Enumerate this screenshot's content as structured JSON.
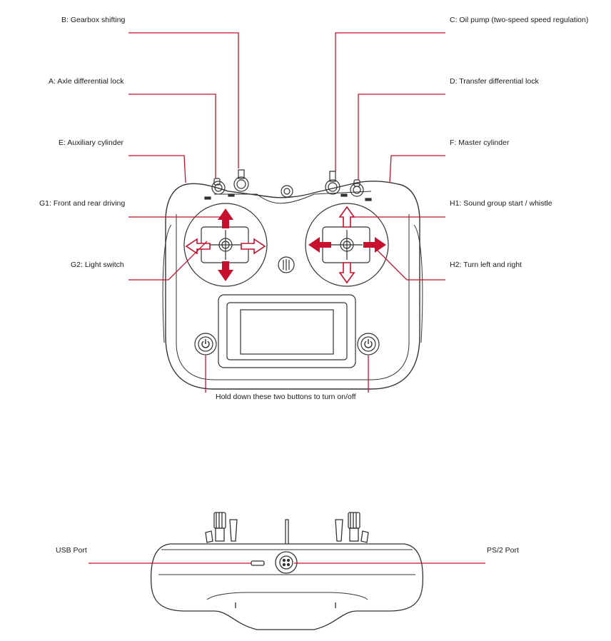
{
  "labels": {
    "B": "B: Gearbox shifting",
    "A": "A: Axle differential lock",
    "E": "E: Auxiliary cylinder",
    "G1": "G1: Front and rear driving",
    "G2": "G2: Light switch",
    "C": "C: Oil pump (two-speed speed regulation)",
    "D": "D: Transfer differential lock",
    "F": "F: Master cylinder",
    "H1": "H1: Sound group start / whistle",
    "H2": "H2: Turn left and right",
    "power_note": "Hold down these two buttons to turn on/off",
    "usb": "USB Port",
    "ps2": "PS/2 Port"
  },
  "colors": {
    "leader": "#c8102e",
    "outline": "#333333"
  },
  "icons": {
    "power": "power-icon",
    "arrow": "arrow-icon"
  }
}
